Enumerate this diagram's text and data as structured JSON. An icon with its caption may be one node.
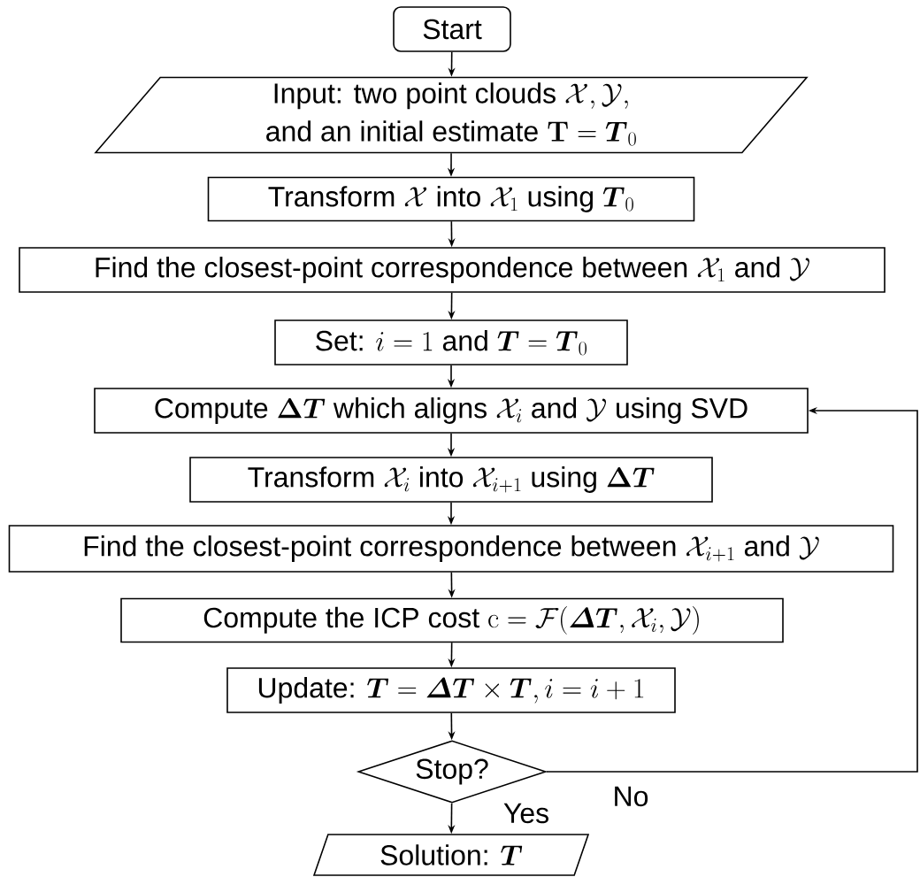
{
  "diagram": {
    "nodes": [
      {
        "text": [
          "Start"
        ]
      },
      {
        "text": [
          "\\begin{gathered}\\text{Input: two point clouds } \\mathcal{X}, \\mathcal{Y}, \\\\ \\text{and an initial estimate } \\mathbf{T} = \\boldsymbol{T}_0\\end{gathered}"
        ]
      },
      {
        "text": [
          "\\text{Transform } \\mathcal{X} \\text{ into } \\mathcal{X}_1 \\text{ using } \\boldsymbol{T}_0"
        ]
      },
      {
        "text": [
          "\\text{Find the closest-point correspondence between } \\mathcal{X}_1 \\text{ and } \\mathcal{Y}"
        ]
      },
      {
        "text": [
          "\\text{Set: } i = 1 \\text{ and } \\boldsymbol{T} = \\boldsymbol{T}_0"
        ]
      },
      {
        "text": [
          "\\text{Compute } \\mathbf{\\Delta}\\boldsymbol{T} \\text{ which aligns } \\mathcal{X}_i \\text{ and } \\mathcal{Y} \\text{ using SVD}"
        ]
      },
      {
        "text": [
          "\\text{Transform } \\mathcal{X}_i \\text{ into } \\mathcal{X}_{i+1} \\text{ using } \\mathbf{\\Delta}\\boldsymbol{T}"
        ]
      },
      {
        "text": [
          "\\text{Find the closest-point correspondence between } \\mathcal{X}_{i+1} \\text{ and } \\mathcal{Y}"
        ]
      },
      {
        "text": [
          "\\text{Compute the ICP cost } \\mathrm{c} = \\mathcal{F}(\\boldsymbol{\\varDelta T}, \\mathcal{X}_i, \\mathcal{Y})"
        ]
      },
      {
        "text": [
          "\\text{Update: } \\boldsymbol{T} = \\boldsymbol{\\varDelta T} \\times \\boldsymbol{T}, i = i + 1"
        ]
      },
      {
        "text": [
          "Stop?"
        ]
      },
      {
        "text": [
          "\\text{Solution: } \\boldsymbol{T}"
        ]
      }
    ],
    "edges": [
      {
        "from": 0,
        "to": 1,
        "arrow": "to"
      },
      {
        "from": 1,
        "to": 2,
        "arrow": "to"
      },
      {
        "from": 2,
        "to": 3,
        "arrow": "to"
      },
      {
        "from": 3,
        "to": 4,
        "arrow": "to"
      },
      {
        "from": 4,
        "to": 5,
        "arrow": "to"
      },
      {
        "from": 5,
        "to": 6,
        "arrow": "to"
      },
      {
        "from": 6,
        "to": 7,
        "arrow": "to"
      },
      {
        "from": 7,
        "to": 8,
        "arrow": "to"
      },
      {
        "from": 8,
        "to": 9,
        "arrow": "to"
      },
      {
        "from": 9,
        "to": 10,
        "arrow": "to"
      },
      {
        "from": 10,
        "to": 11,
        "arrow": "to",
        "label": "Yes"
      },
      {
        "from": 10,
        "to": 5,
        "arrow": "to",
        "label": "No"
      }
    ]
  }
}
